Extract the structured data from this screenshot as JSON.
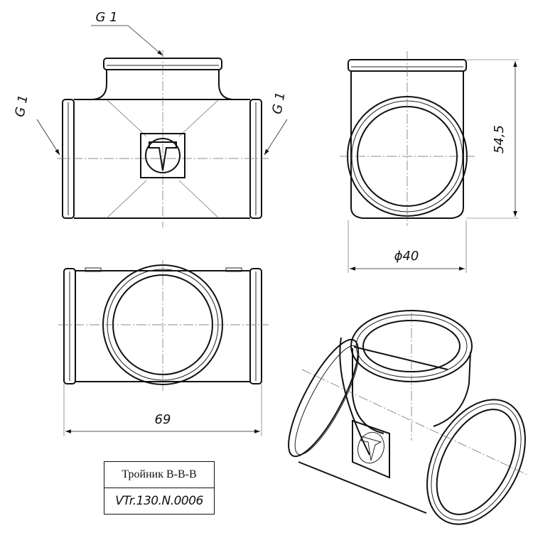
{
  "drawing": {
    "thread_label_top": "G 1",
    "thread_label_left": "G 1",
    "thread_label_right": "G 1",
    "dim_height": "54,5",
    "dim_diameter": "ϕ40",
    "dim_length": "69"
  },
  "title_block": {
    "name": "Тройник В-В-В",
    "code": "VTr.130.N.0006"
  }
}
